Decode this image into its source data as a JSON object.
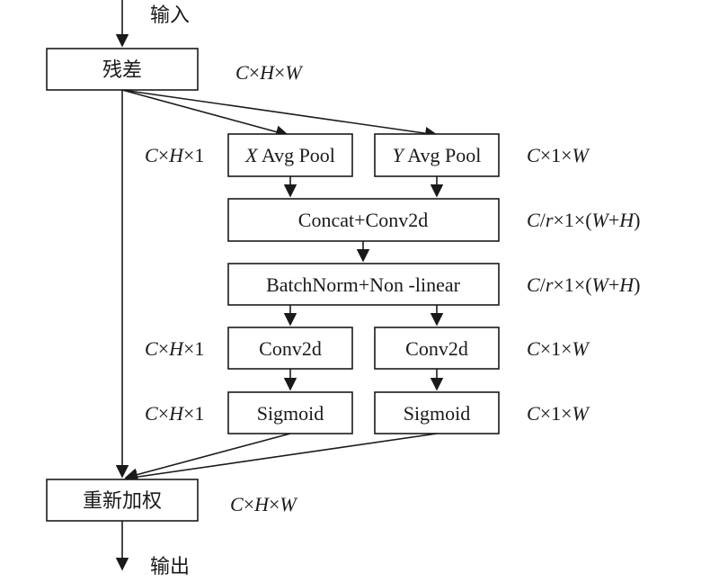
{
  "labels": {
    "input": "输入",
    "output": "输出"
  },
  "boxes": {
    "residual": "残差",
    "x_pool_var": "X",
    "x_pool_text": " Avg Pool",
    "y_pool_var": "Y",
    "y_pool_text": " Avg Pool",
    "concat": "Concat+Conv2d",
    "batchnorm": "BatchNorm+Non -linear",
    "conv_left": "Conv2d",
    "conv_right": "Conv2d",
    "sigmoid_left": "Sigmoid",
    "sigmoid_right": "Sigmoid",
    "reweight": "重新加权"
  },
  "dims": {
    "residual": {
      "p1": "C",
      "p2": "×",
      "p3": "H",
      "p4": "×",
      "p5": "W"
    },
    "x_pool": {
      "p1": "C",
      "p2": "×",
      "p3": "H",
      "p4": "×1"
    },
    "y_pool": {
      "p1": "C",
      "p2": "×1×",
      "p3": "W"
    },
    "concat": {
      "p1": "C",
      "p2": "/",
      "p3": "r",
      "p4": "×1×(",
      "p5": "W",
      "p6": "+",
      "p7": "H",
      "p8": ")"
    },
    "batchnorm": {
      "p1": "C",
      "p2": "/",
      "p3": "r",
      "p4": "×1×(",
      "p5": "W",
      "p6": "+",
      "p7": "H",
      "p8": ")"
    },
    "conv_left": {
      "p1": "C",
      "p2": "×",
      "p3": "H",
      "p4": "×1"
    },
    "conv_right": {
      "p1": "C",
      "p2": "×1×",
      "p3": "W"
    },
    "sig_left": {
      "p1": "C",
      "p2": "×",
      "p3": "H",
      "p4": "×1"
    },
    "sig_right": {
      "p1": "C",
      "p2": "×1×",
      "p3": "W"
    },
    "reweight": {
      "p1": "C",
      "p2": "×",
      "p3": "H",
      "p4": "×",
      "p5": "W"
    }
  }
}
